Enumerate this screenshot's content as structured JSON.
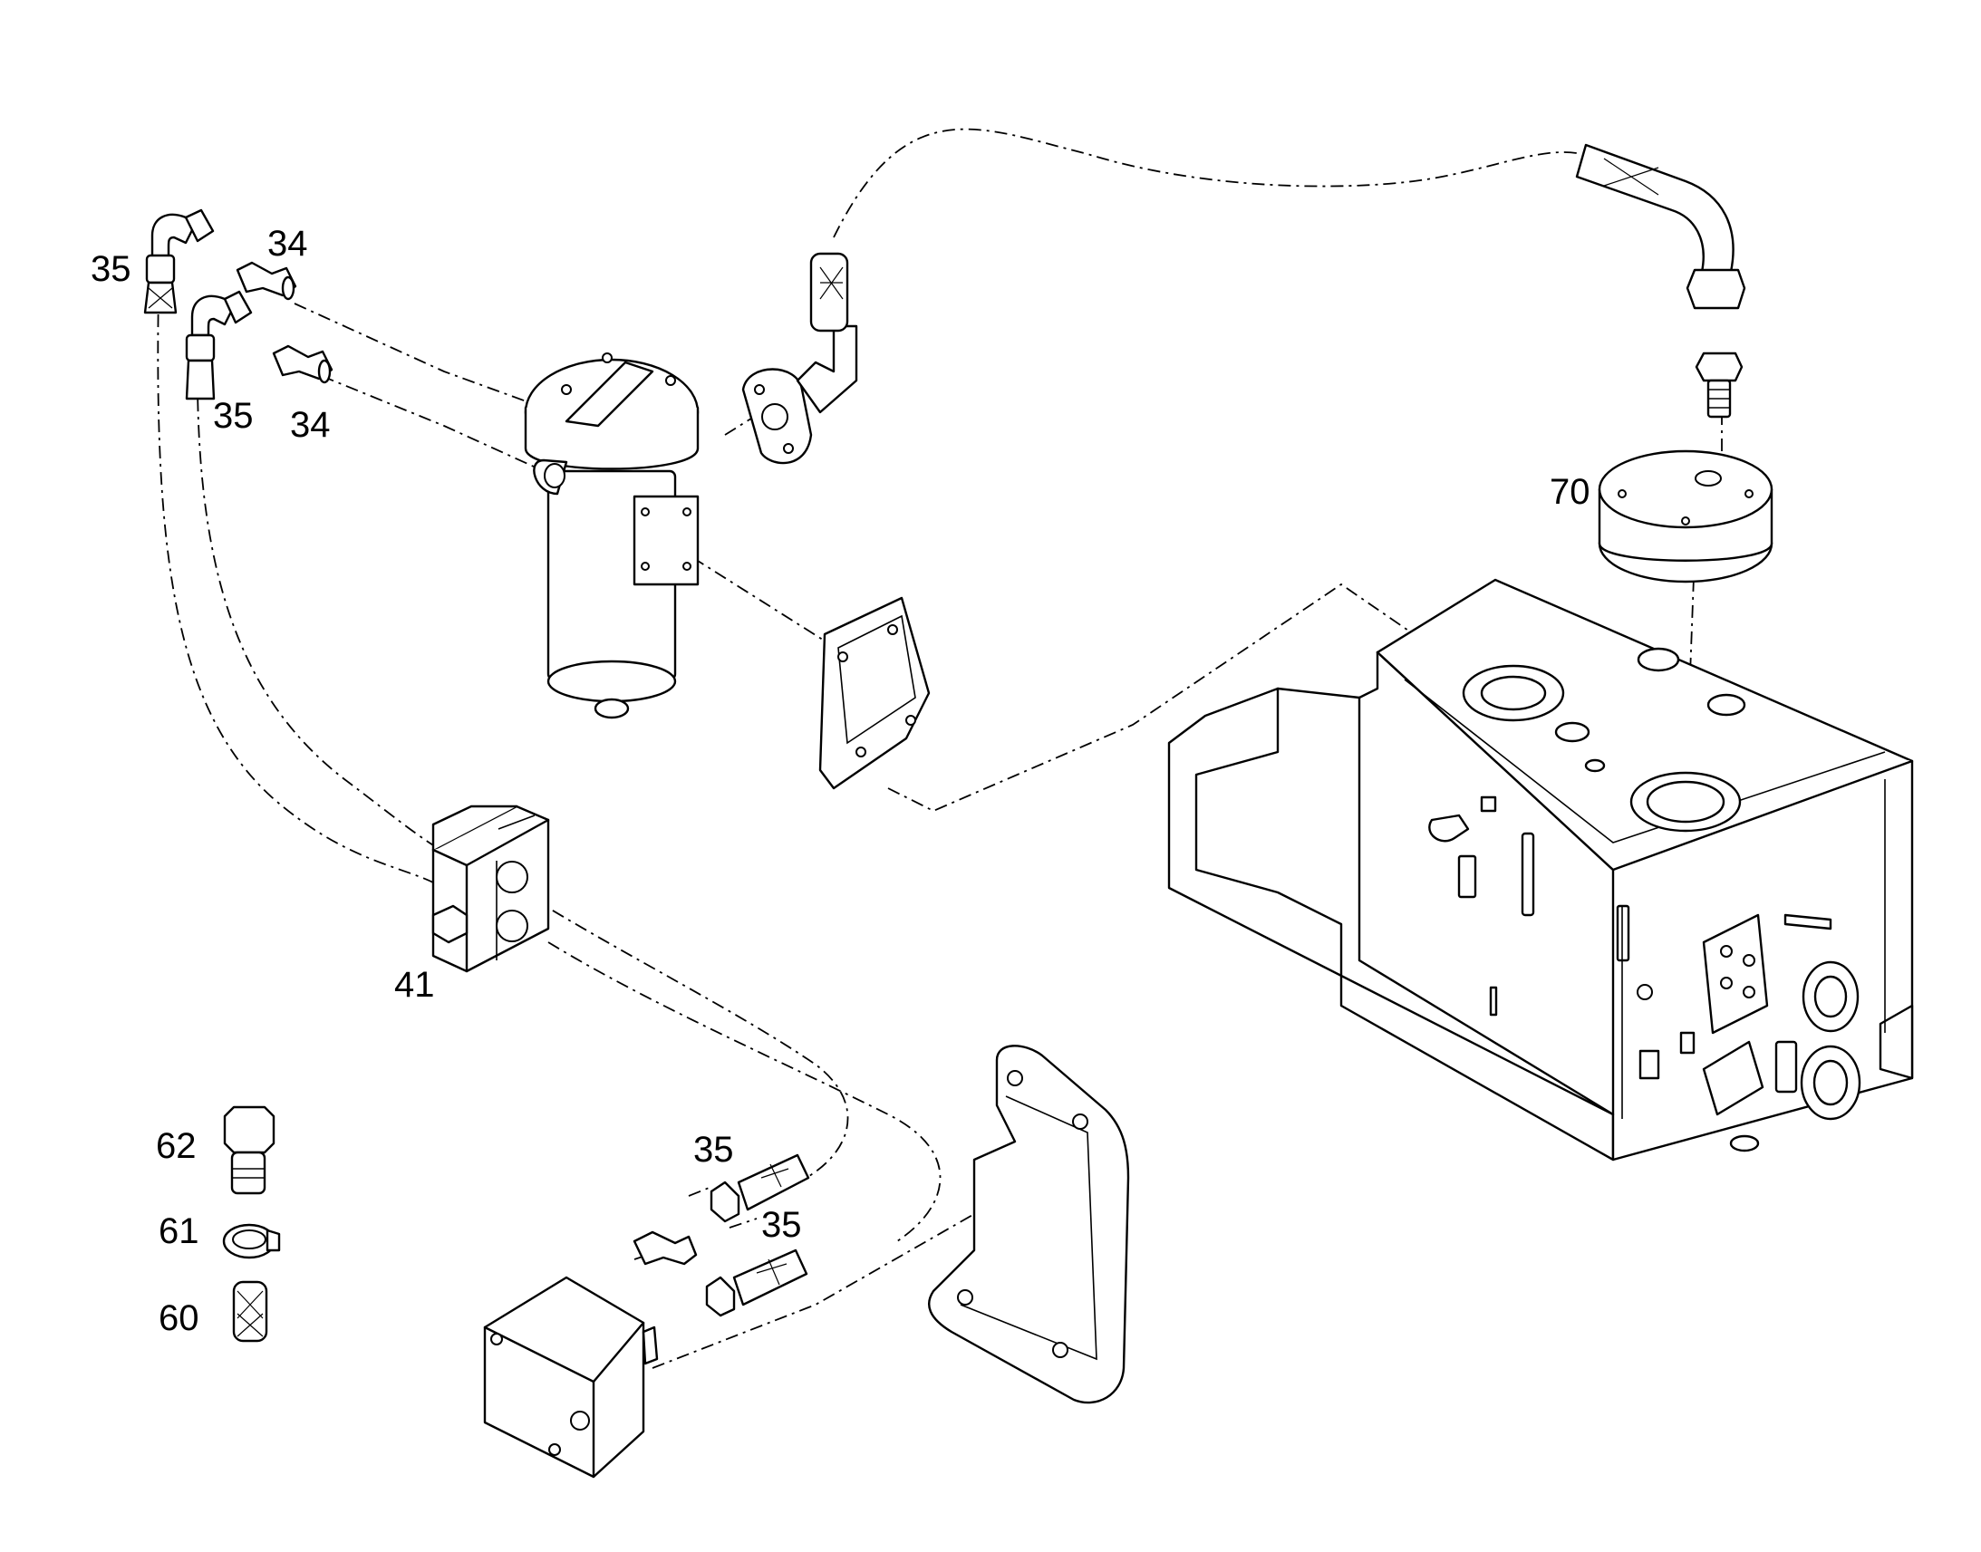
{
  "diagram": {
    "callouts": {
      "c35a": "35",
      "c34a": "34",
      "c35b": "35",
      "c34b": "34",
      "c70": "70",
      "c41": "41",
      "c62": "62",
      "c61": "61",
      "c60": "60",
      "c35c": "35",
      "c35d": "35"
    }
  }
}
